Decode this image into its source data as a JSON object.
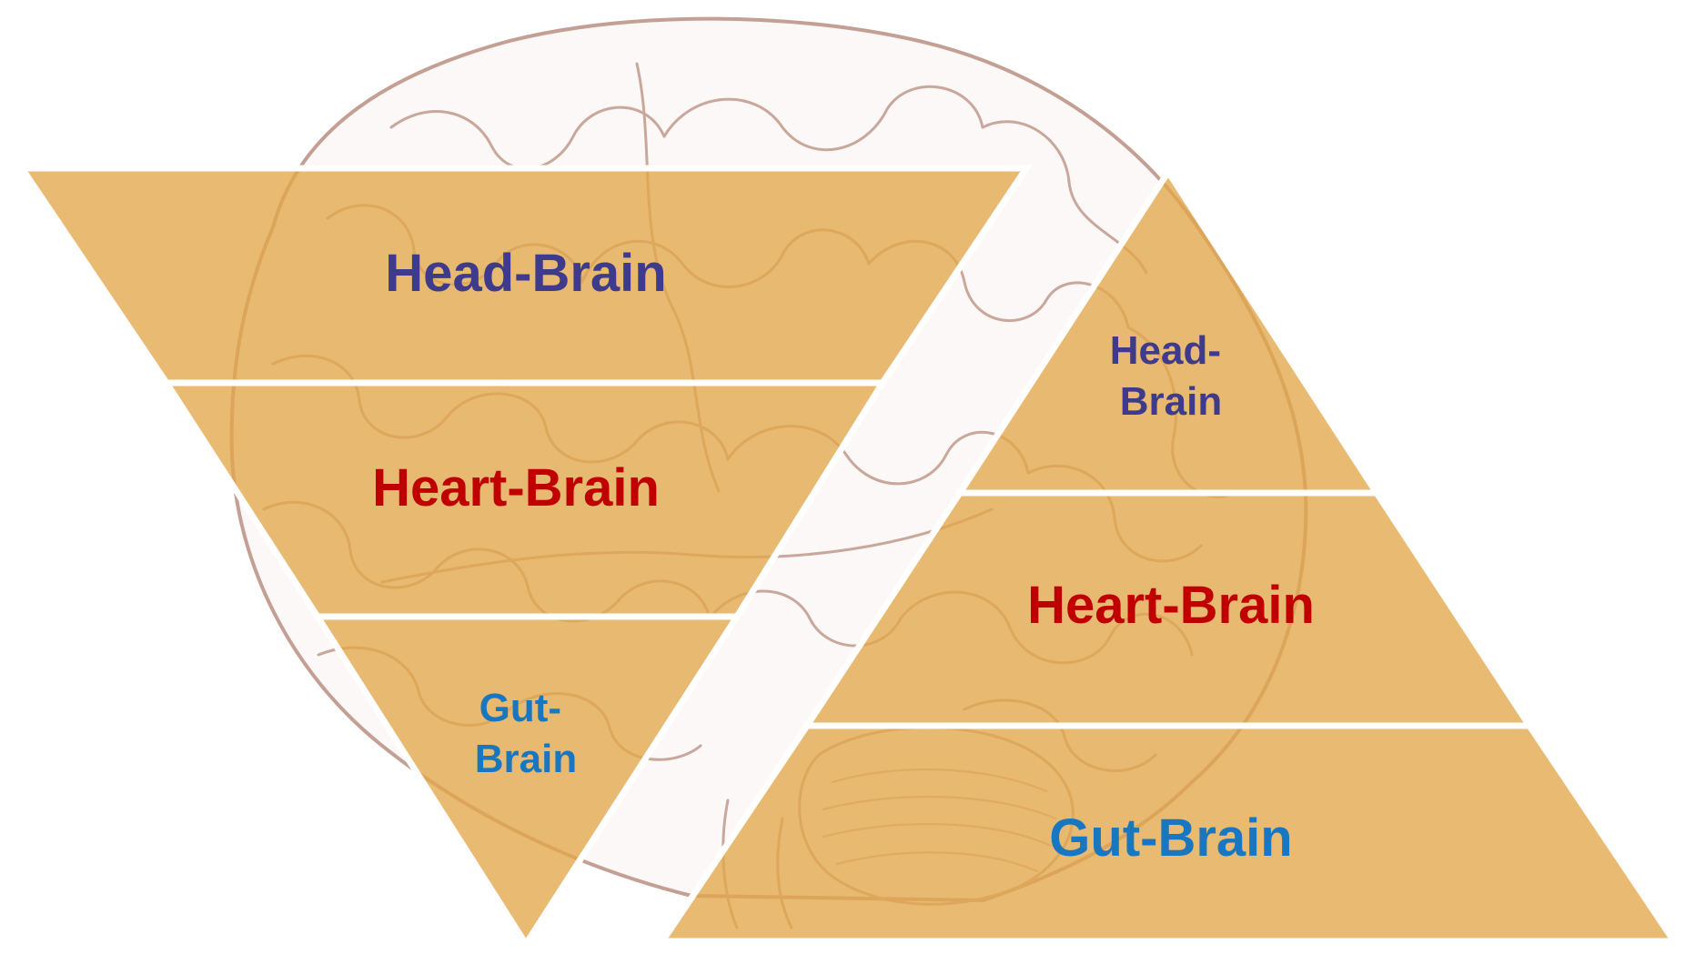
{
  "colors": {
    "tier_fill": "#e3a64a",
    "head_brain": "#3e3a8c",
    "heart_brain": "#c00000",
    "gut_brain": "#1877c0",
    "brain_line": "#c9a79b",
    "background": "#ffffff"
  },
  "inverted_pyramid": {
    "tiers": [
      {
        "id": "head",
        "lines": [
          "Head-Brain"
        ]
      },
      {
        "id": "heart",
        "lines": [
          "Heart-Brain"
        ]
      },
      {
        "id": "gut",
        "lines": [
          "Gut-",
          "Brain"
        ]
      }
    ]
  },
  "upright_pyramid": {
    "tiers": [
      {
        "id": "head",
        "lines": [
          "Head-",
          "Brain"
        ]
      },
      {
        "id": "heart",
        "lines": [
          "Heart-Brain"
        ]
      },
      {
        "id": "gut",
        "lines": [
          "Gut-Brain"
        ]
      }
    ]
  },
  "background_image": {
    "icon": "brain-illustration-icon"
  }
}
